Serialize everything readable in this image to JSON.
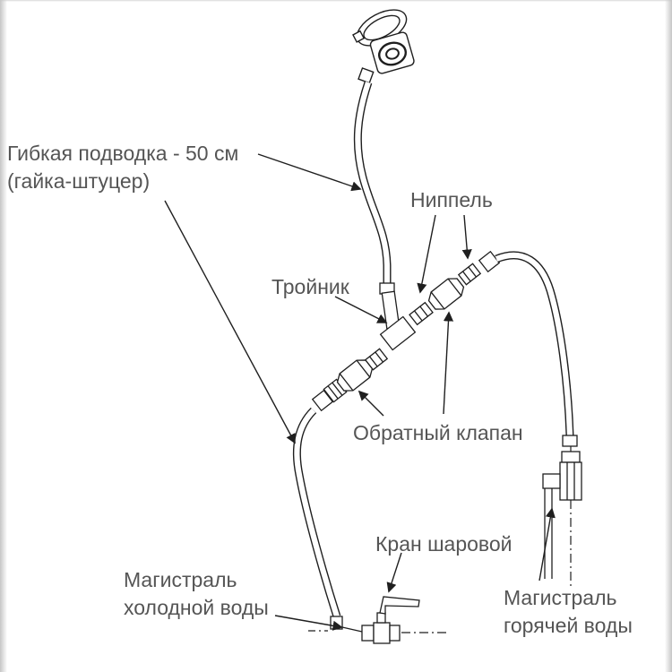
{
  "colors": {
    "background": "#ffffff",
    "text": "#555555",
    "line": "#1f1f1f"
  },
  "labels": {
    "flex_hose": {
      "line1": "Гибкая подводка - 50 см",
      "line2": "(гайка-штуцер)"
    },
    "nipple": "Ниппель",
    "tee": "Тройник",
    "check_valve": "Обратный клапан",
    "ball_valve": "Кран шаровой",
    "cold_main": {
      "line1": "Магистраль",
      "line2": "холодной воды"
    },
    "hot_main": {
      "line1": "Магистраль",
      "line2": "горячей воды"
    }
  }
}
